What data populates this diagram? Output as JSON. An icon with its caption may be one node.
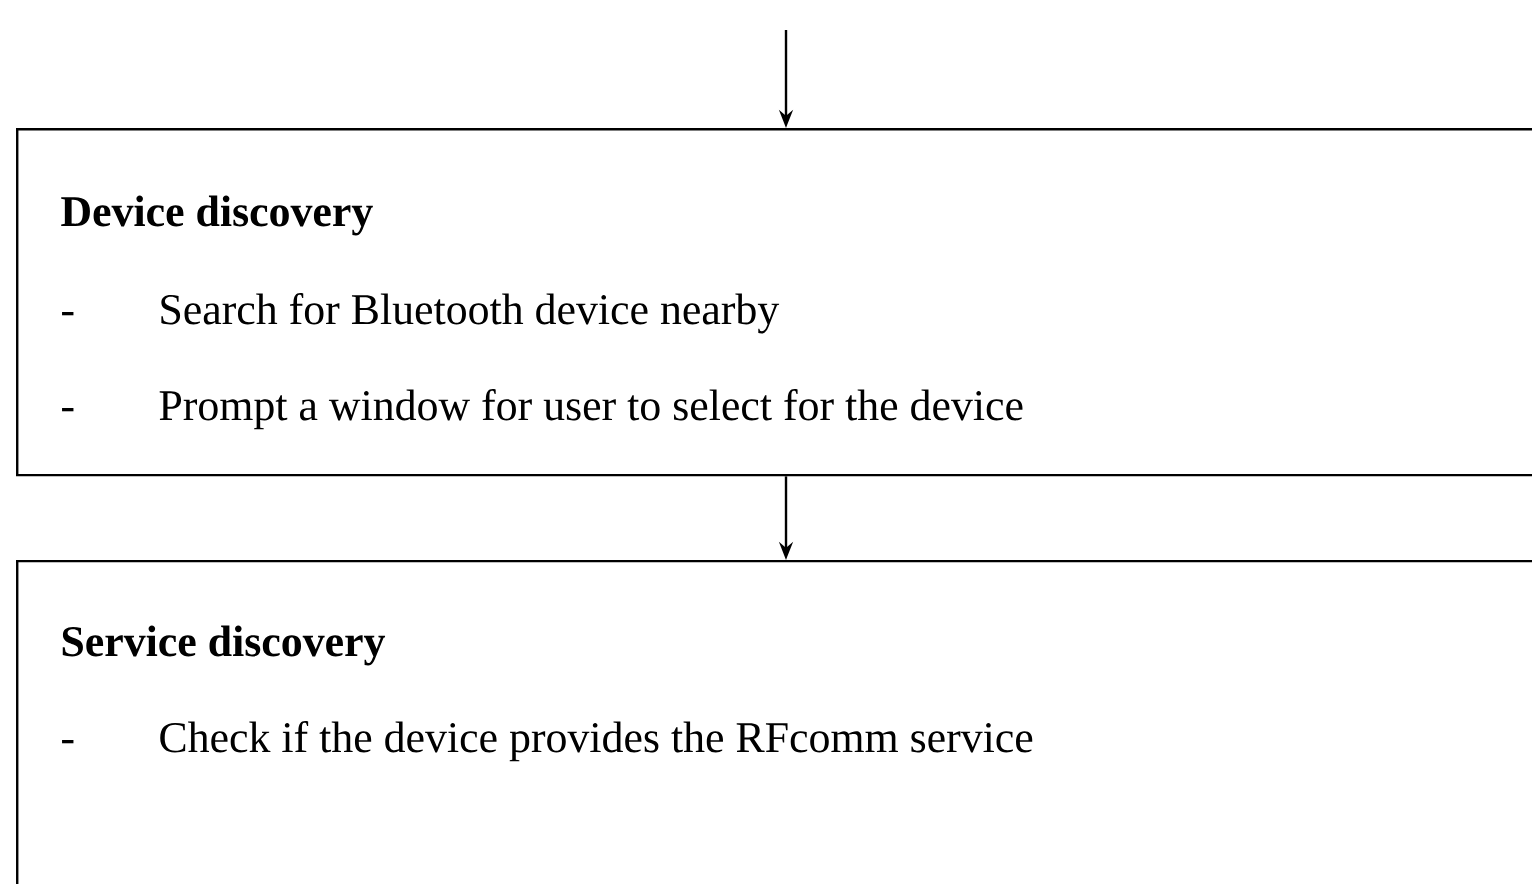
{
  "diagram": {
    "nodes": [
      {
        "text": [
          "Device discovery",
          "-",
          "Search for Bluetooth device nearby",
          "-",
          "Prompt a window for user to select for the device"
        ]
      },
      {
        "text": [
          "Service discovery",
          "-",
          "Check if the device provides the RFcomm service"
        ]
      }
    ],
    "edges": [
      {
        "from": null,
        "to": 0,
        "arrow": "to"
      },
      {
        "from": 0,
        "to": 1,
        "arrow": "to"
      }
    ]
  }
}
